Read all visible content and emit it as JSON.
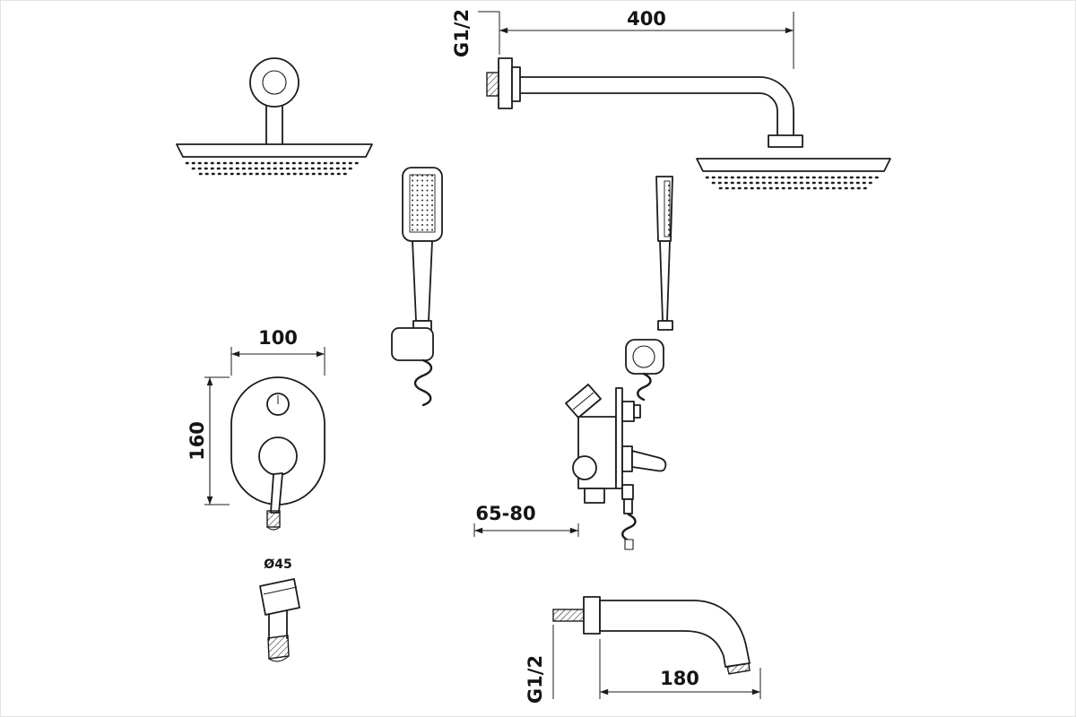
{
  "drawing": {
    "labels": {
      "arm_thread": "G1/2",
      "arm_length": "400",
      "trim_width": "100",
      "trim_height": "160",
      "valve_depth": "65-80",
      "spout_diameter": "Ø45",
      "spout_reach": "180",
      "spout_thread": "G1/2"
    }
  }
}
